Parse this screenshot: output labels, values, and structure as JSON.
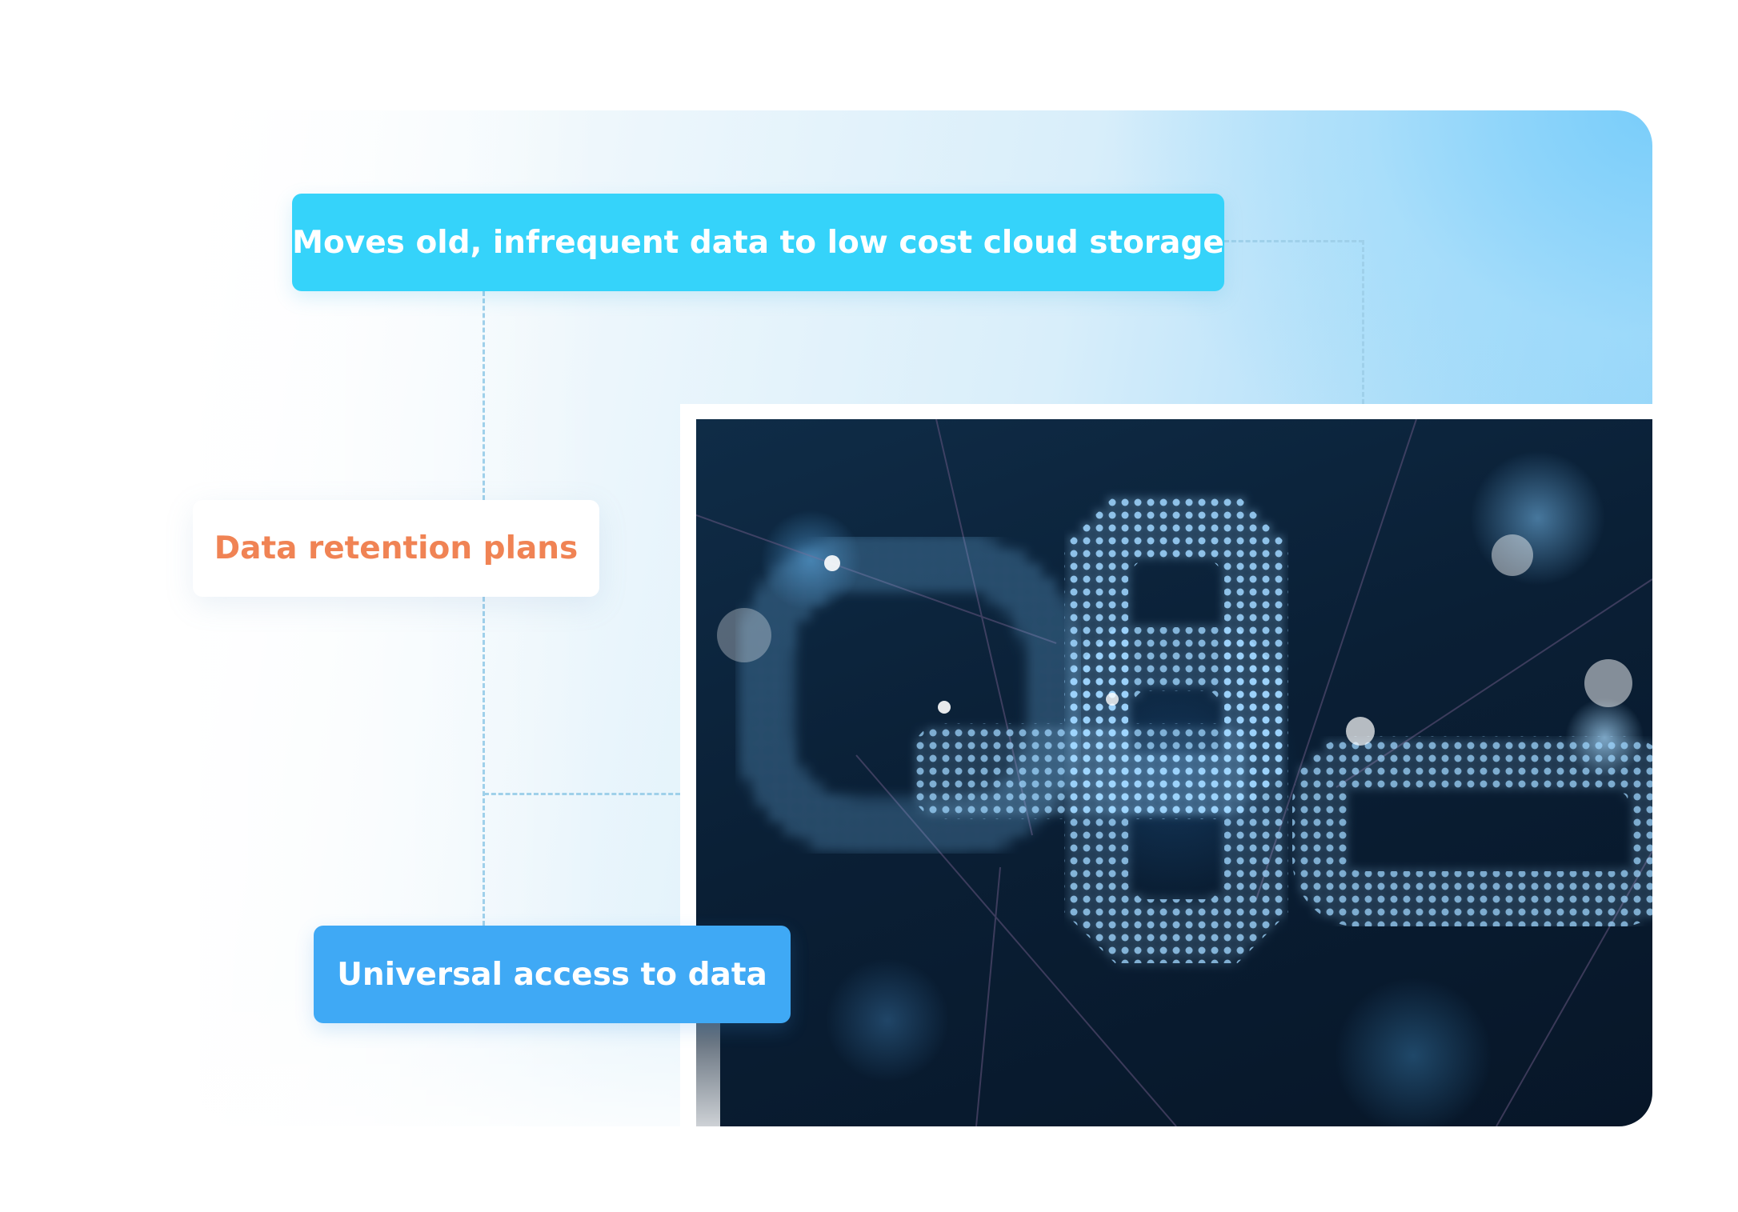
{
  "labels": {
    "storage": "Moves old, infrequent data to low cost cloud storage",
    "retention": "Data retention plans",
    "access": "Universal access to data"
  },
  "colors": {
    "storage_bg": "#35d3fa",
    "retention_text": "#f08354",
    "access_bg": "#3fa9f5",
    "connector": "#9fd0ea"
  },
  "image": {
    "subject": "chain-links-binary-digital-image"
  }
}
